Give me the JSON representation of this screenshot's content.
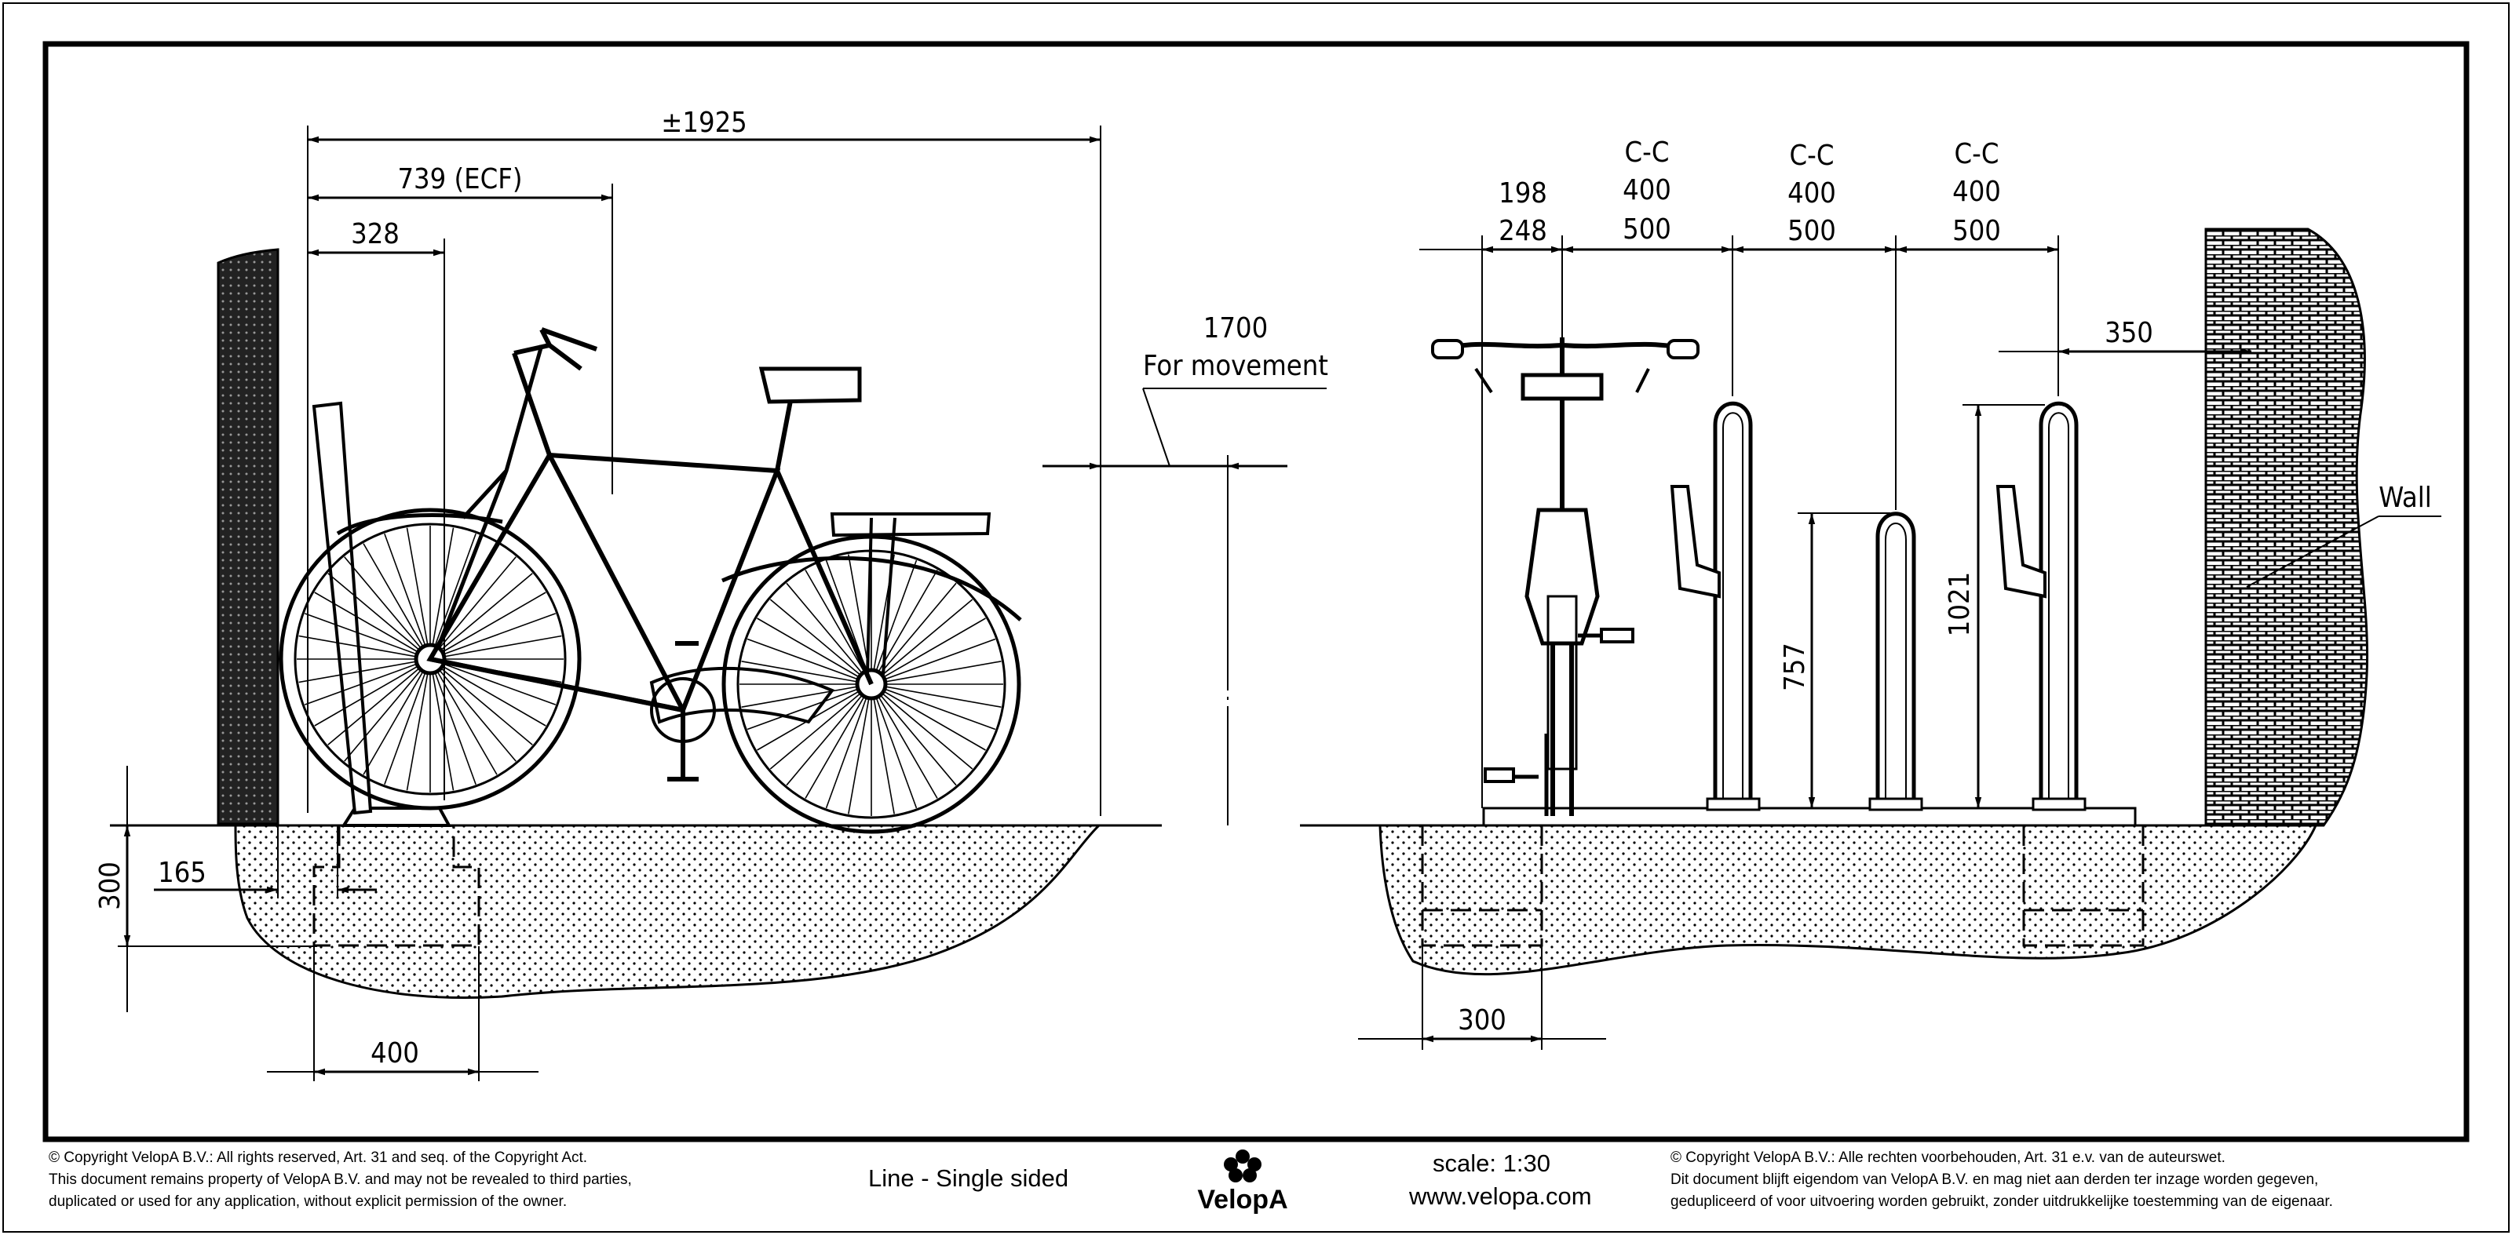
{
  "dimensions": {
    "total_length": "±1925",
    "ecf": "739 (ECF)",
    "rack_offset": "328",
    "movement_value": "1700",
    "movement_label": "For movement",
    "foundation_height": "300",
    "wall_gap": "165",
    "foundation_width_side": "400",
    "edge_top": "198",
    "edge_bottom": "248",
    "cc_label": "C-C",
    "cc_low": "400",
    "cc_high": "500",
    "wall_distance": "350",
    "wall_label": "Wall",
    "low_height": "757",
    "high_height": "1021",
    "foundation_width_front": "300"
  },
  "footer": {
    "left_line1": "©  Copyright VelopA B.V.: All rights reserved, Art. 31 and seq. of the Copyright Act.",
    "left_line2": "This document remains property of VelopA B.V. and may not be revealed to third parties,",
    "left_line3": "duplicated or used for any application, without explicit permission of the owner.",
    "title": "Line - Single sided",
    "brand": "VelopA",
    "scale": "scale: 1:30",
    "website": "www.velopa.com",
    "right_line1": "©  Copyright VelopA B.V.: Alle rechten voorbehouden, Art. 31 e.v. van de auteurswet.",
    "right_line2": "Dit document blijft eigendom van VelopA B.V. en mag niet aan derden ter inzage worden gegeven,",
    "right_line3": "gedupliceerd of voor uitvoering worden gebruikt, zonder uitdrukkelijke toestemming van de eigenaar."
  }
}
